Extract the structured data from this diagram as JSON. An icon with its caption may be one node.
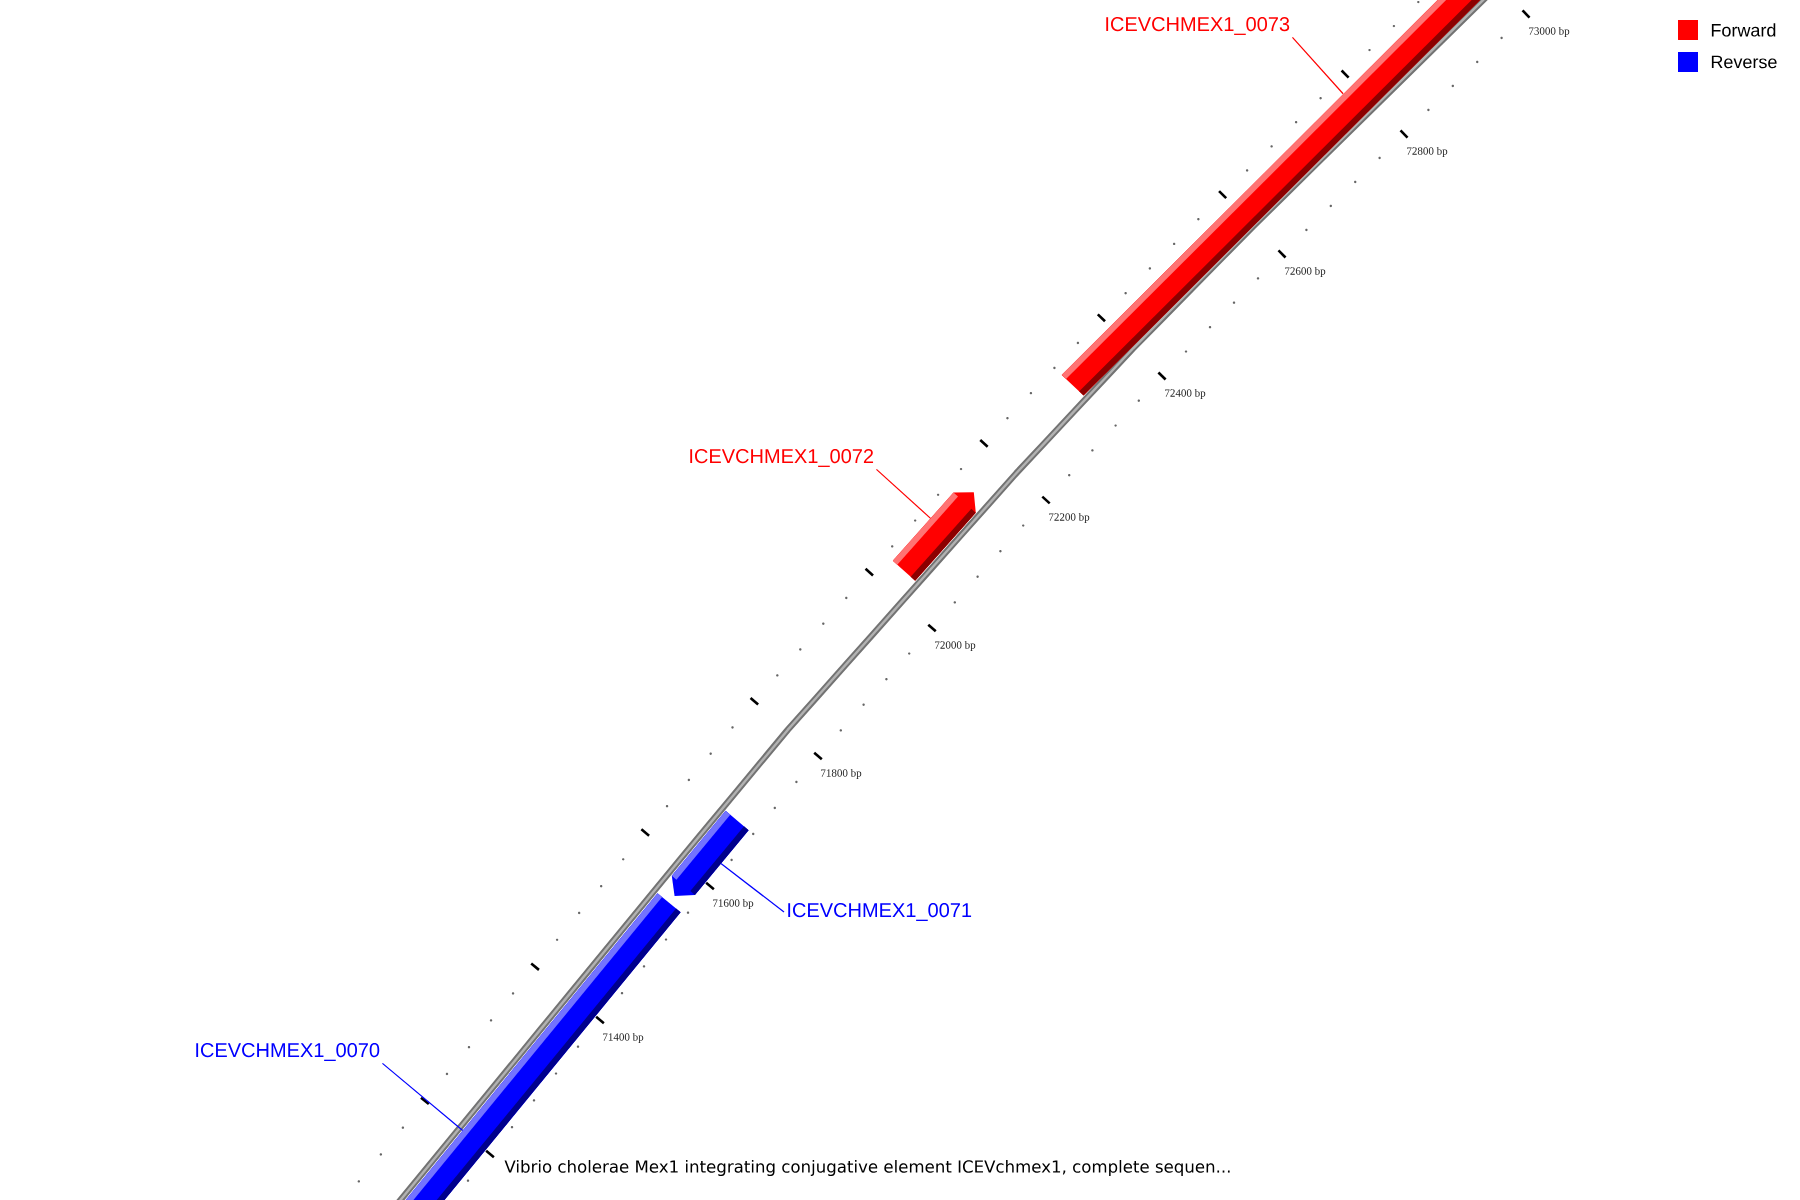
{
  "diagram": {
    "caption": "Vibrio cholerae Mex1 integrating conjugative element ICEVchmex1, complete sequen...",
    "nodes": [
      {
        "text": [
          "ICEVCHMEX1_0073"
        ]
      },
      {
        "text": [],
        "shape": "bar"
      },
      {
        "text": [
          "ICEVCHMEX1_0072"
        ]
      },
      {
        "text": [],
        "shape": "bar"
      },
      {
        "text": [
          "ICEVCHMEX1_0071"
        ]
      },
      {
        "text": [],
        "shape": "bar"
      },
      {
        "text": [
          "ICEVCHMEX1_0070"
        ]
      },
      {
        "text": [],
        "shape": "bar"
      }
    ],
    "edges": [
      {
        "from": 0,
        "to": 1,
        "arrow": "none",
        "color": "#ff0000"
      },
      {
        "from": 2,
        "to": 3,
        "arrow": "none",
        "color": "#ff0000"
      },
      {
        "from": 4,
        "to": 5,
        "arrow": "none",
        "color": "#0000ff"
      },
      {
        "from": 6,
        "to": 7,
        "arrow": "none",
        "color": "#0000ff"
      }
    ],
    "labels": [
      "71400 bp",
      "71600 bp",
      "71800 bp",
      "72000 bp",
      "72200 bp",
      "72400 bp",
      "72600 bp",
      "72800 bp",
      "73000 bp"
    ],
    "legend": [
      {
        "text": "Forward",
        "color": "#ff0000"
      },
      {
        "text": "Reverse",
        "color": "#0000ff"
      }
    ]
  }
}
